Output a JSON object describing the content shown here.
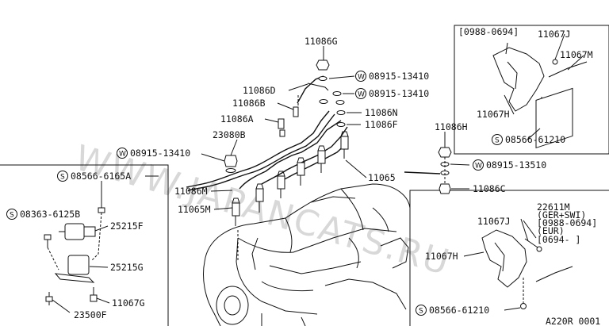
{
  "labels": {
    "p11086G": "11086G",
    "p08915_13410a": "08915-13410",
    "p11086D": "11086D",
    "p08915_13410b": "08915-13410",
    "p11086B": "11086B",
    "p11086N": "11086N",
    "p11086A": "11086A",
    "p11086F": "11086F",
    "p23080B": "23080B",
    "p08915_13410c": "08915-13410",
    "p11086H": "11086H",
    "p08915_13510": "08915-13510",
    "p11086C": "11086C",
    "p11065": "11065",
    "p11086M": "11086M",
    "p11065M": "11065M",
    "p08566_6165A": "08566-6165A",
    "p08363_6125B": "08363-6125B",
    "p25215F": "25215F",
    "p25215G": "25215G",
    "p11067G": "11067G",
    "p23500F": "23500F",
    "tr_range": "[0988-0694]",
    "tr_11067J": "11067J",
    "tr_11067M": "11067M",
    "tr_11067H": "11067H",
    "tr_08566_61210": "08566-61210",
    "br_22611M": "22611M",
    "br_gersw": "(GER+SWI)",
    "br_range1": "[0988-0694]",
    "br_eur": "(EUR)",
    "br_range2": "[0694-    ]",
    "br_11067J": "11067J",
    "br_11067H": "11067H",
    "br_08566_61210": "08566-61210",
    "diagram_code": "A220R 0001"
  },
  "symbols": {
    "W": "W",
    "S": "S"
  },
  "watermark": "WWW.JAPANCATS.RU"
}
